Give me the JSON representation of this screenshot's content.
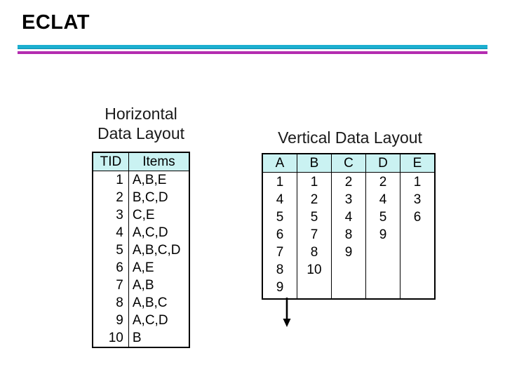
{
  "slide": {
    "title": "ECLAT",
    "divider": {
      "cyan": "#1CAFD0",
      "magenta": "#B42CB0"
    },
    "header_fill": "#CAF2F2"
  },
  "horizontal_panel": {
    "caption_line1": "Horizontal",
    "caption_line2": "Data Layout",
    "columns": [
      "TID",
      "Items"
    ],
    "rows": [
      {
        "tid": "1",
        "items": "A,B,E"
      },
      {
        "tid": "2",
        "items": "B,C,D"
      },
      {
        "tid": "3",
        "items": "C,E"
      },
      {
        "tid": "4",
        "items": "A,C,D"
      },
      {
        "tid": "5",
        "items": "A,B,C,D"
      },
      {
        "tid": "6",
        "items": "A,E"
      },
      {
        "tid": "7",
        "items": "A,B"
      },
      {
        "tid": "8",
        "items": "A,B,C"
      },
      {
        "tid": "9",
        "items": "A,C,D"
      },
      {
        "tid": "10",
        "items": "B"
      }
    ]
  },
  "vertical_panel": {
    "caption": "Vertical Data Layout",
    "columns": [
      "A",
      "B",
      "C",
      "D",
      "E"
    ],
    "tidlists": [
      [
        "1",
        "4",
        "5",
        "6",
        "7",
        "8",
        "9"
      ],
      [
        "1",
        "2",
        "5",
        "7",
        "8",
        "10"
      ],
      [
        "2",
        "3",
        "4",
        "8",
        "9"
      ],
      [
        "2",
        "4",
        "5",
        "9"
      ],
      [
        "1",
        "3",
        "6"
      ]
    ],
    "arrow": "down-arrow"
  }
}
